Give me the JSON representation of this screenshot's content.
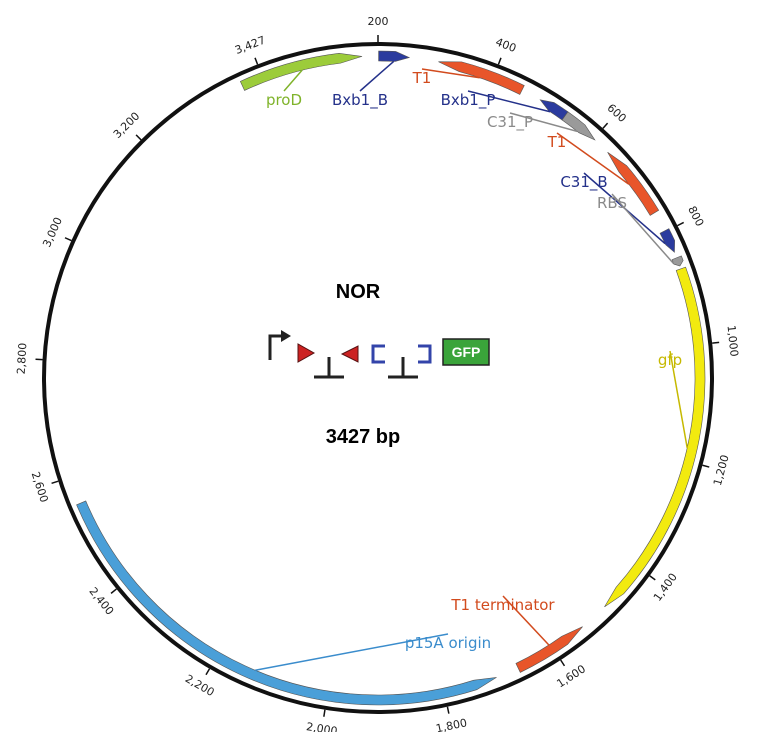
{
  "plasmid": {
    "name": "NOR",
    "size_label": "3427 bp",
    "length": 3427
  },
  "ticks": [
    {
      "pos": 200,
      "label": "200"
    },
    {
      "pos": 400,
      "label": "400"
    },
    {
      "pos": 600,
      "label": "600"
    },
    {
      "pos": 800,
      "label": "800"
    },
    {
      "pos": 1000,
      "label": "1,000"
    },
    {
      "pos": 1200,
      "label": "1,200"
    },
    {
      "pos": 1400,
      "label": "1,400"
    },
    {
      "pos": 1600,
      "label": "1,600"
    },
    {
      "pos": 1800,
      "label": "1,800"
    },
    {
      "pos": 2000,
      "label": "2,000"
    },
    {
      "pos": 2200,
      "label": "2,200"
    },
    {
      "pos": 2400,
      "label": "2,400"
    },
    {
      "pos": 2600,
      "label": "2,600"
    },
    {
      "pos": 2800,
      "label": "2,800"
    },
    {
      "pos": 3000,
      "label": "3,000"
    },
    {
      "pos": 3200,
      "label": "3,200"
    },
    {
      "pos": 3427,
      "label": "3,427"
    }
  ],
  "features": [
    {
      "id": "proD",
      "label": "proD",
      "start": 3390,
      "end": 3600,
      "color": "#9ccc3a",
      "label_color": "#7fb32a",
      "direction": "forward"
    },
    {
      "id": "Bxb1_B",
      "label": "Bxb1_B",
      "start": 3628,
      "end": 3680,
      "color": "#2b3b9e",
      "label_color": "#24318a",
      "direction": "forward"
    },
    {
      "id": "T1_a",
      "label": "T1",
      "start": 3730,
      "end": 3880,
      "color": "#e8552a",
      "label_color": "#d24b1e",
      "direction": "reverse"
    },
    {
      "id": "Bxb1_P",
      "label": "Bxb1_P",
      "start": 3915,
      "end": 3965,
      "color": "#2b3b9e",
      "label_color": "#24318a",
      "direction": "reverse"
    },
    {
      "id": "C31_P",
      "label": "C31_P",
      "start": 3965,
      "end": 4030,
      "color": "#9a9a9a",
      "label_color": "#8a8a8a",
      "direction": "forward"
    },
    {
      "id": "T1_b",
      "label": "T1",
      "start": 4060,
      "end": 4190,
      "color": "#e8552a",
      "label_color": "#d24b1e",
      "direction": "reverse"
    },
    {
      "id": "C31_B",
      "label": "C31_B",
      "start": 4225,
      "end": 4265,
      "color": "#2b3b9e",
      "label_color": "#24318a",
      "direction": "forward"
    },
    {
      "id": "RBS",
      "label": "RBS",
      "start": 4275,
      "end": 4290,
      "color": "#9a9a9a",
      "label_color": "#8a8a8a",
      "direction": "forward"
    },
    {
      "id": "gfp",
      "label": "gfp",
      "start": 4295,
      "end": 4915,
      "color": "#f2ea0f",
      "label_color": "#c6b900",
      "direction": "forward"
    },
    {
      "id": "T1_term",
      "label": "T1 terminator",
      "start": 4965,
      "end": 5095,
      "color": "#e8552a",
      "label_color": "#d24b1e",
      "direction": "reverse"
    },
    {
      "id": "p15A",
      "label": "p15A origin",
      "start": 5135,
      "end": 5980,
      "color": "#4a9fd8",
      "label_color": "#3a8ccc",
      "direction": "reverse"
    }
  ],
  "circuit": {
    "gfp_box_label": "GFP",
    "colors": {
      "arrow": "#222222",
      "att_site": "#cc2222",
      "blue_bracket": "#3344aa",
      "terminator": "#222222",
      "gfp_box": "#3aa43a"
    }
  }
}
